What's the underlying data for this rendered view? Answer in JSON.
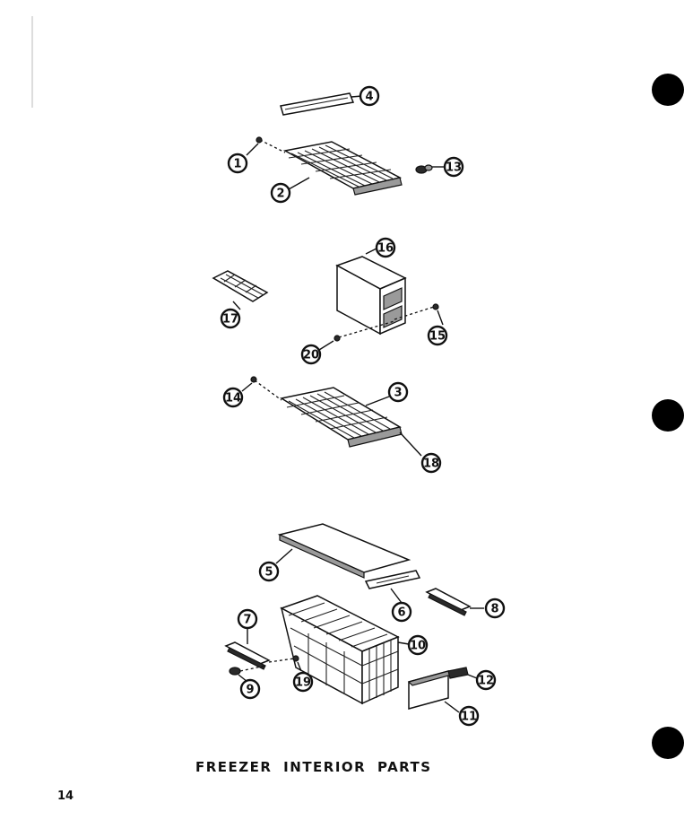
{
  "diagram": {
    "title": "FREEZER INTERIOR PARTS",
    "page_number": "14",
    "callouts": [
      "1",
      "2",
      "3",
      "4",
      "5",
      "6",
      "7",
      "8",
      "9",
      "10",
      "11",
      "12",
      "13",
      "14",
      "15",
      "16",
      "17",
      "18",
      "19",
      "20"
    ]
  }
}
